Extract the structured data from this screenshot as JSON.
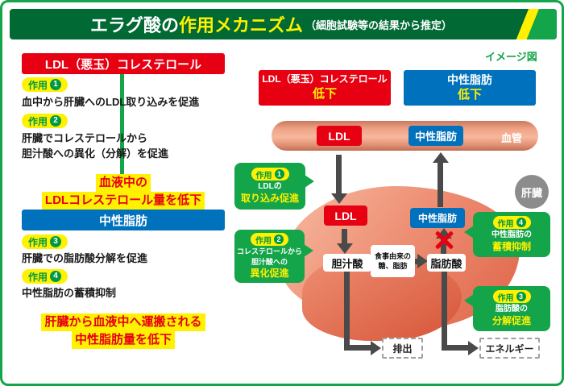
{
  "colors": {
    "frame_green": "#14a44a",
    "header_green": "#006934",
    "red": "#e60012",
    "blue": "#0071bc",
    "yellow": "#fff100",
    "arrow_gray": "#4a4a4a"
  },
  "header": {
    "title_white": "エラグ酸の",
    "title_yellow": "作用メカニズム",
    "subtitle": "（細胞試験等の結果から推定）"
  },
  "left": {
    "ldl_banner": "LDL（悪玉）コレステロール",
    "action1_label": "作用",
    "action1_num": "1",
    "action1_text": "血中から肝臓へのLDL取り込みを促進",
    "action2_label": "作用",
    "action2_num": "2",
    "action2_line1": "肝臓でコレステロールから",
    "action2_line2": "胆汁酸への異化（分解）を促進",
    "ldl_result_line1": "血液中の",
    "ldl_result_line2": "LDLコレステロール量を低下",
    "tg_banner": "中性脂肪",
    "action3_label": "作用",
    "action3_num": "3",
    "action3_text": "肝臓での脂肪酸分解を促進",
    "action4_label": "作用",
    "action4_num": "4",
    "action4_text": "中性脂肪の蓄積抑制",
    "tg_result_line1": "肝臓から血液中へ運搬される",
    "tg_result_line2": "中性脂肪量を低下"
  },
  "diagram": {
    "caption": "イメージ図",
    "ldl_header_line1": "LDL（悪玉）コレステロール",
    "ldl_header_line2": "低下",
    "tg_header_line1": "中性脂肪",
    "tg_header_line2": "低下",
    "vessel_label": "血管",
    "vessel_ldl": "LDL",
    "vessel_tg": "中性脂肪",
    "liver_label": "肝臓",
    "bubble1_label": "作用",
    "bubble1_num": "1",
    "bubble1_line1": "LDLの",
    "bubble1_line2": "取り込み促進",
    "liver_ldl": "LDL",
    "bile_acid": "胆汁酸",
    "bubble2_label": "作用",
    "bubble2_num": "2",
    "bubble2_line1": "コレステロールから",
    "bubble2_line2": "胆汁酸への",
    "bubble2_line3": "異化促進",
    "diet_line1": "食事由来の",
    "diet_line2": "糖、脂肪",
    "fatty_acid": "脂肪酸",
    "liver_tg": "中性脂肪",
    "bubble4_label": "作用",
    "bubble4_num": "4",
    "bubble4_line1": "中性脂肪の",
    "bubble4_line2": "蓄積抑制",
    "bubble3_label": "作用",
    "bubble3_num": "3",
    "bubble3_line1": "脂肪酸の",
    "bubble3_line2": "分解促進",
    "excretion_label": "排出",
    "energy_label": "エネルギー"
  }
}
